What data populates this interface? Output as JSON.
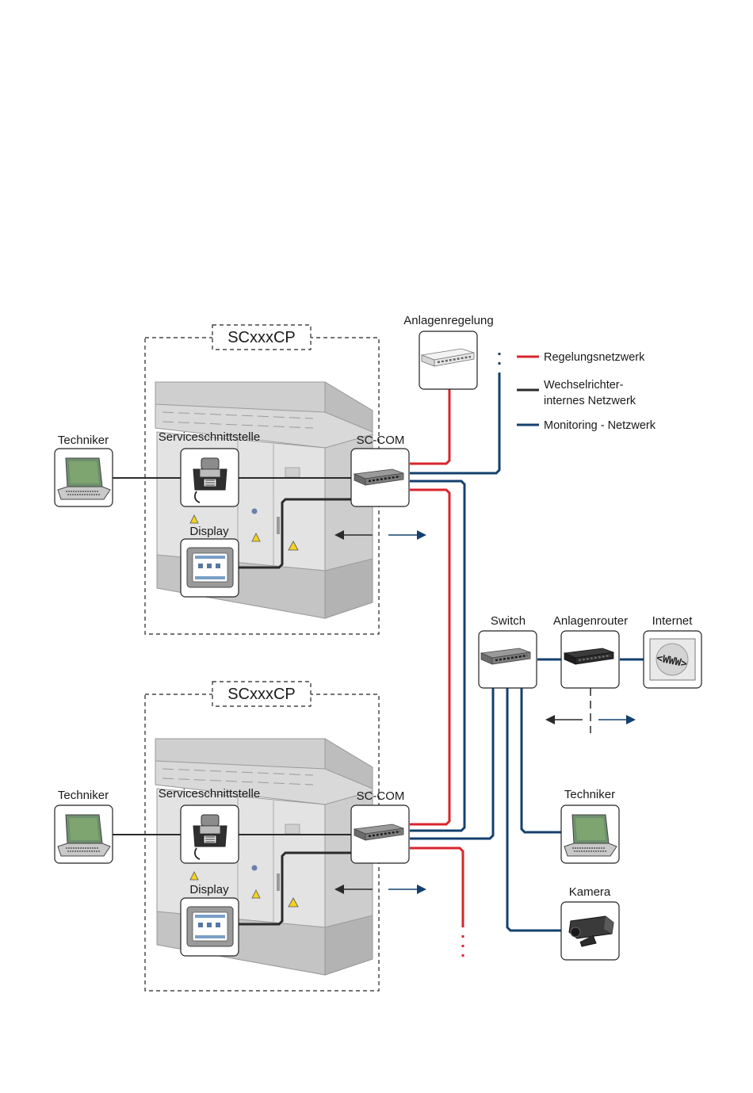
{
  "colors": {
    "regelung": "#d7262c",
    "intern": "#2b2b2b",
    "monitoring": "#14406e",
    "box_border": "#222222",
    "cabinet_fill": "#dcdcdc",
    "cabinet_dark": "#b9b9b9"
  },
  "legend": {
    "regelung": "Regelungsnetzwerk",
    "intern_line1": "Wechselrichter-",
    "intern_line2": "internes Netzwerk",
    "monitoring": "Monitoring - Netzwerk"
  },
  "anlagenregelung": {
    "label": "Anlagenregelung",
    "icon": "controller-device-icon"
  },
  "top_unit": {
    "title": "SCxxxCP",
    "techniker": "Techniker",
    "serviceschnittstelle": "Serviceschnittstelle",
    "display": "Display",
    "sccom": "SC-COM"
  },
  "bottom_unit": {
    "title": "SCxxxCP",
    "techniker": "Techniker",
    "serviceschnittstelle": "Serviceschnittstelle",
    "display": "Display",
    "sccom": "SC-COM"
  },
  "switch": {
    "label": "Switch",
    "icon": "network-switch-icon"
  },
  "anlagenrouter": {
    "label": "Anlagenrouter",
    "icon": "router-icon"
  },
  "internet": {
    "label": "Internet",
    "icon": "www-globe-icon",
    "glyph": "<WWW>"
  },
  "techniker_right": {
    "label": "Techniker",
    "icon": "laptop-icon"
  },
  "kamera": {
    "label": "Kamera",
    "icon": "camera-icon"
  }
}
